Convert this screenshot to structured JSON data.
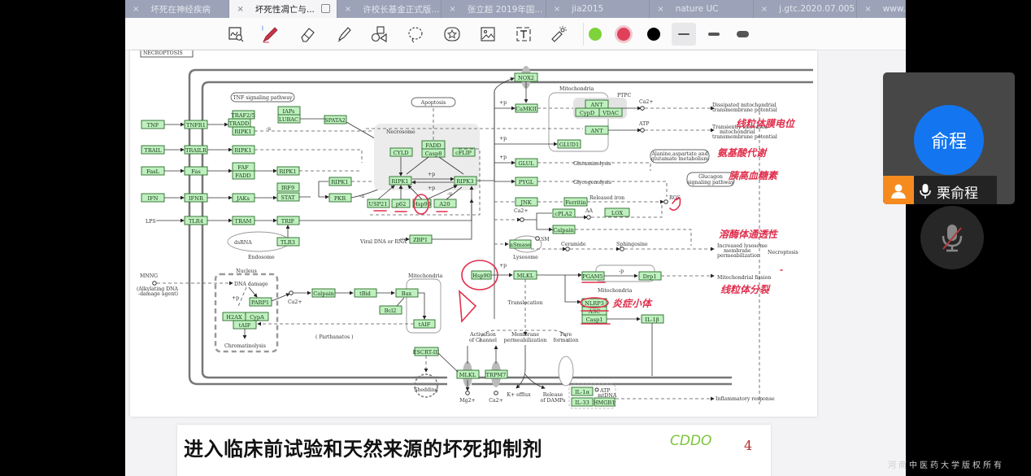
{
  "browser": {
    "tabs": [
      {
        "label": "坏死在神经疾病",
        "active": false
      },
      {
        "label": "坏死性凋亡与...",
        "active": true
      },
      {
        "label": "许校长基金正式版...",
        "active": false
      },
      {
        "label": "张立超 2019年国...",
        "active": false
      },
      {
        "label": "jia2015",
        "active": false
      },
      {
        "label": "nature UC",
        "active": false
      },
      {
        "label": "j.gtc.2020.07.005",
        "active": false
      },
      {
        "label": "www.nc",
        "active": false
      }
    ],
    "close_glyph": "×"
  },
  "toolbar": {
    "tools": [
      {
        "name": "zoom-select-tool",
        "icon": "magnify-pen-icon"
      },
      {
        "name": "pen-tool",
        "icon": "pen-icon",
        "active": true,
        "bluetooth": true
      },
      {
        "name": "eraser-tool",
        "icon": "eraser-icon"
      },
      {
        "name": "highlighter-tool",
        "icon": "highlighter-icon"
      },
      {
        "name": "shapes-tool",
        "icon": "shapes-icon"
      },
      {
        "name": "lasso-tool",
        "icon": "lasso-icon"
      },
      {
        "name": "sticker-tool",
        "icon": "star-sticker-icon"
      },
      {
        "name": "image-tool",
        "icon": "image-icon"
      },
      {
        "name": "text-tool",
        "icon": "text-box-icon"
      },
      {
        "name": "laser-pointer-tool",
        "icon": "laser-pointer-icon"
      }
    ],
    "colors": [
      {
        "name": "green",
        "hex": "#7ed23a"
      },
      {
        "name": "red",
        "hex": "#e1405a",
        "selected": true
      },
      {
        "name": "black",
        "hex": "#000000"
      }
    ],
    "stroke_widths": [
      "thin",
      "medium",
      "thick"
    ],
    "selected_stroke": "thin"
  },
  "document": {
    "page1": {
      "diagram_title": "NECROPTOSIS",
      "pathways": {
        "tnf_signaling": "TNF signaling pathway",
        "apoptosis": "Apoptosis",
        "alanine": "Alanine,aspartate and glutamate metabolism",
        "glucagon": "Glucagon signaling pathway"
      },
      "ligands": [
        "TNF",
        "TRAIL",
        "FasL",
        "IFN"
      ],
      "receptors": [
        "TNFR1",
        "TRAILR",
        "Fas",
        "IFNR",
        "TLR4"
      ],
      "genes": {
        "traf25": "TRAF2/5",
        "tradd": "TRADD",
        "ripk1": "RIPK1",
        "iaps": "IAPs",
        "lubac": "LUBAC",
        "spata2": "SPATA2",
        "faf": "FAF",
        "fadd": "FADD",
        "jaks": "JAKs",
        "stat": "STAT",
        "irf9": "IRF9",
        "pkr": "PKR",
        "tram": "TRAM",
        "trif": "TRIF",
        "tlr3": "TLR3",
        "zbp1": "ZBP1",
        "cyld": "CYLD",
        "casp8": "Casp8",
        "cflip": "cFLIP",
        "ripk3": "RIPK3",
        "usp21": "USP21",
        "p62": "p62",
        "hsp90": "Hsp90",
        "a20": "A20",
        "nox2": "NOX2",
        "camkii": "CaMKII",
        "ant": "ANT",
        "cypd": "CypD",
        "vdac": "VDAC",
        "glud1": "GLUD1",
        "glul": "GLUL",
        "pygl": "PYGL",
        "jnk": "JNK",
        "ferritin": "Ferritin",
        "cpla2": "cPLA2",
        "lox": "LOX",
        "calpain": "Calpain",
        "asmase": "aSmase",
        "mlkl": "MLKL",
        "pgam5": "PGAM5",
        "drp1": "Drp1",
        "nlrp3": "NLRP3",
        "asc": "ASC",
        "casp1": "Casp1",
        "il1b": "IL-1β",
        "parp1": "PARP1",
        "h2ax": "H2AX",
        "cypa": "CypA",
        "taif": "tAIF",
        "tbid": "tBid",
        "bax": "Bax",
        "bcl2": "Bcl2",
        "escrt": "ESCRT-III",
        "trpm7": "TRPM7",
        "il1a": "IL-1α",
        "il33": "IL-33",
        "hmgb1": "HMGB1"
      },
      "labels": {
        "lps": "LPS",
        "dsrna": "dsRNA",
        "endosome": "Endosome",
        "viral": "Viral DNA or RNA",
        "necrosome": "Necrosome",
        "mitochondria": "Mitochondria",
        "ptpc": "PTPC",
        "ca2": "Ca2+",
        "atp": "ATP",
        "glutaminolysis": "Glutaminolysis",
        "glycogenolysis": "Glycogenolysis",
        "released_iron": "Released iron",
        "ros": "ROS",
        "aa": "AA",
        "osm": "SM",
        "ceramide": "Ceramide",
        "sphingosine": "Sphingosine",
        "lysosome": "Lysosome",
        "dissipated": "Dissipated mitochondrial transmembrane potential",
        "transiently": "Transiently increased mitochondrial transmembrane potential",
        "lysosome_perm": "Increased lysosome membrane permeabilization",
        "fission": "Mitochondrial fission",
        "necroptosis": "Necroptosis",
        "inflammatory": "Inflammatory response",
        "mnng": "MNNG",
        "alkylating": "(Alkylating DNA -damage agent)",
        "nucleus": "Nucleus",
        "dna_damage": "DNA damage",
        "chromatinolysis": "Chromatinolysis",
        "parthanatos": "( Parthanatos )",
        "translocation": "Translocation",
        "activation": "Activation of Channel",
        "membrane_perm": "Membrane permeabilization",
        "pore": "Pore formation",
        "shedding": "Shedding",
        "mg2": "Mg2+",
        "k_efflux": "K+ efflux",
        "damps": "Release of DAMPs",
        "atp_mtdna": "ATP mtDNA",
        "plus_p": "+p",
        "minus_u": "-u",
        "minus_p": "-p"
      },
      "handwritten_notes": [
        "线粒体膜电位",
        "氨基酸代谢",
        "胰高血糖素",
        "溶酶体通透性",
        "线粒体分裂",
        "炎症小体"
      ]
    },
    "page2": {
      "title": "进入临床前试验和天然来源的坏死抑制剂",
      "page_number": "4",
      "handwritten_note": "CDDO"
    }
  },
  "meeting": {
    "avatar_text": "俞程",
    "participant_name": "栗俞程",
    "mic_state": "muted",
    "watermark": "河南中医药大学版权所有"
  }
}
